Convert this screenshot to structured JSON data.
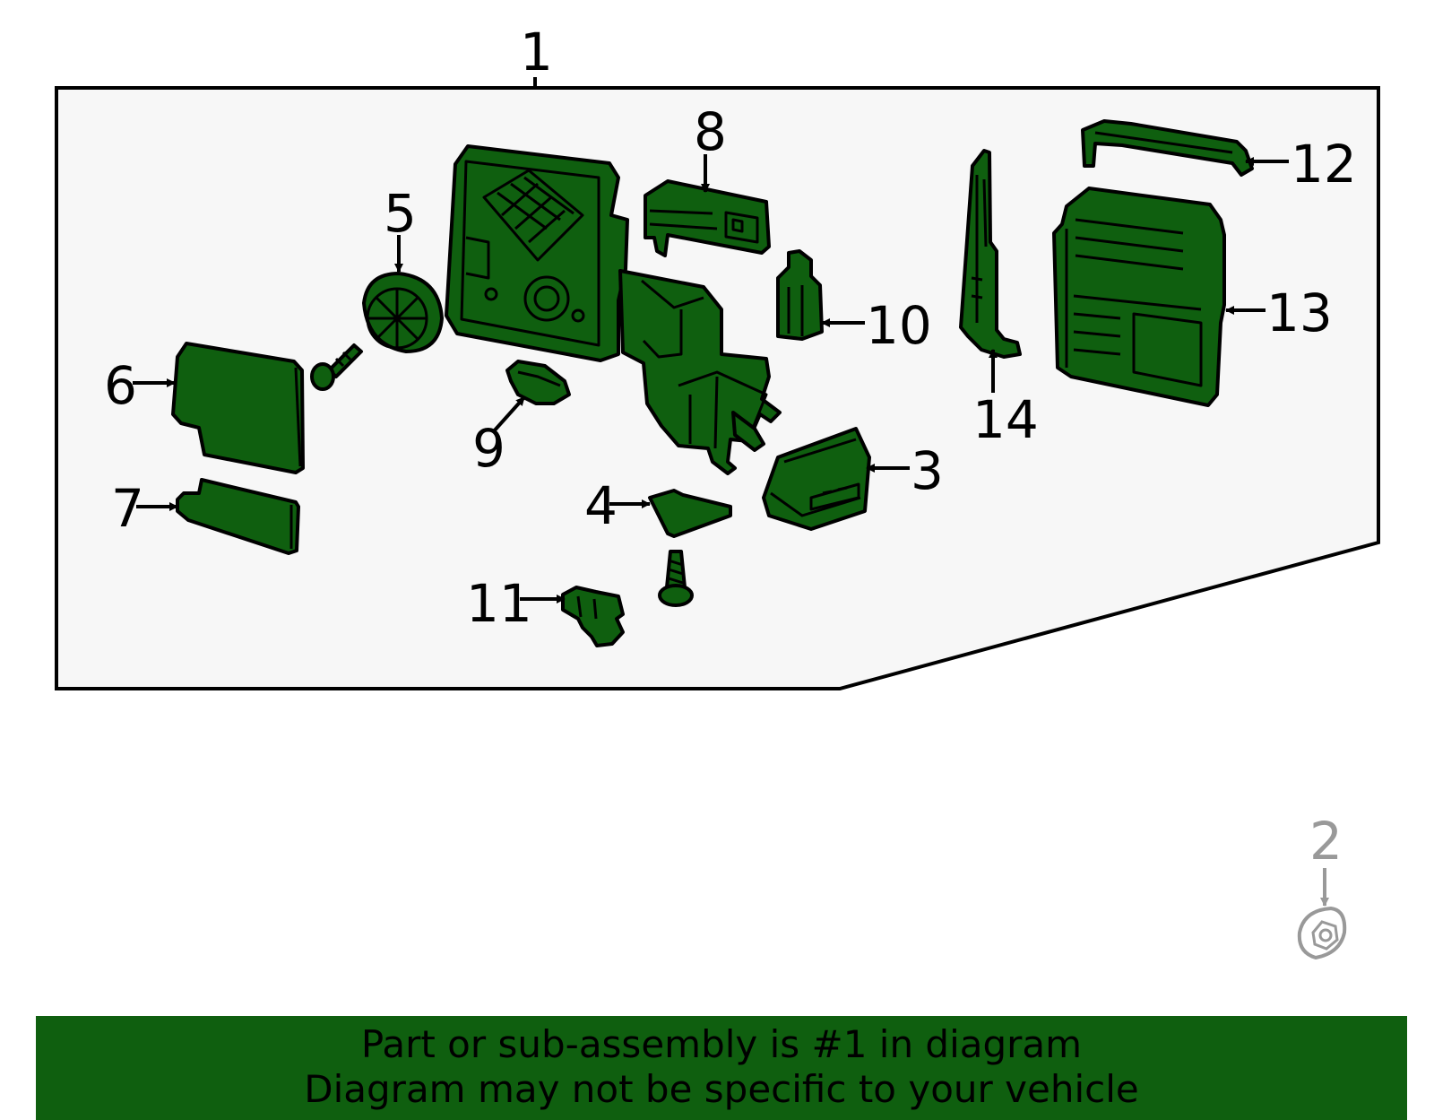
{
  "callouts": [
    "1",
    "2",
    "3",
    "4",
    "5",
    "6",
    "7",
    "8",
    "9",
    "10",
    "11",
    "12",
    "13",
    "14"
  ],
  "banner": {
    "line1": "Part or sub-assembly is #1 in diagram",
    "line2": "Diagram may not be specific to your vehicle"
  },
  "colors": {
    "part_fill": "#0f5f0f",
    "panel_fill": "#f7f7f7",
    "banner_bg": "#0f5f0f",
    "secondary_part": "#999999"
  }
}
